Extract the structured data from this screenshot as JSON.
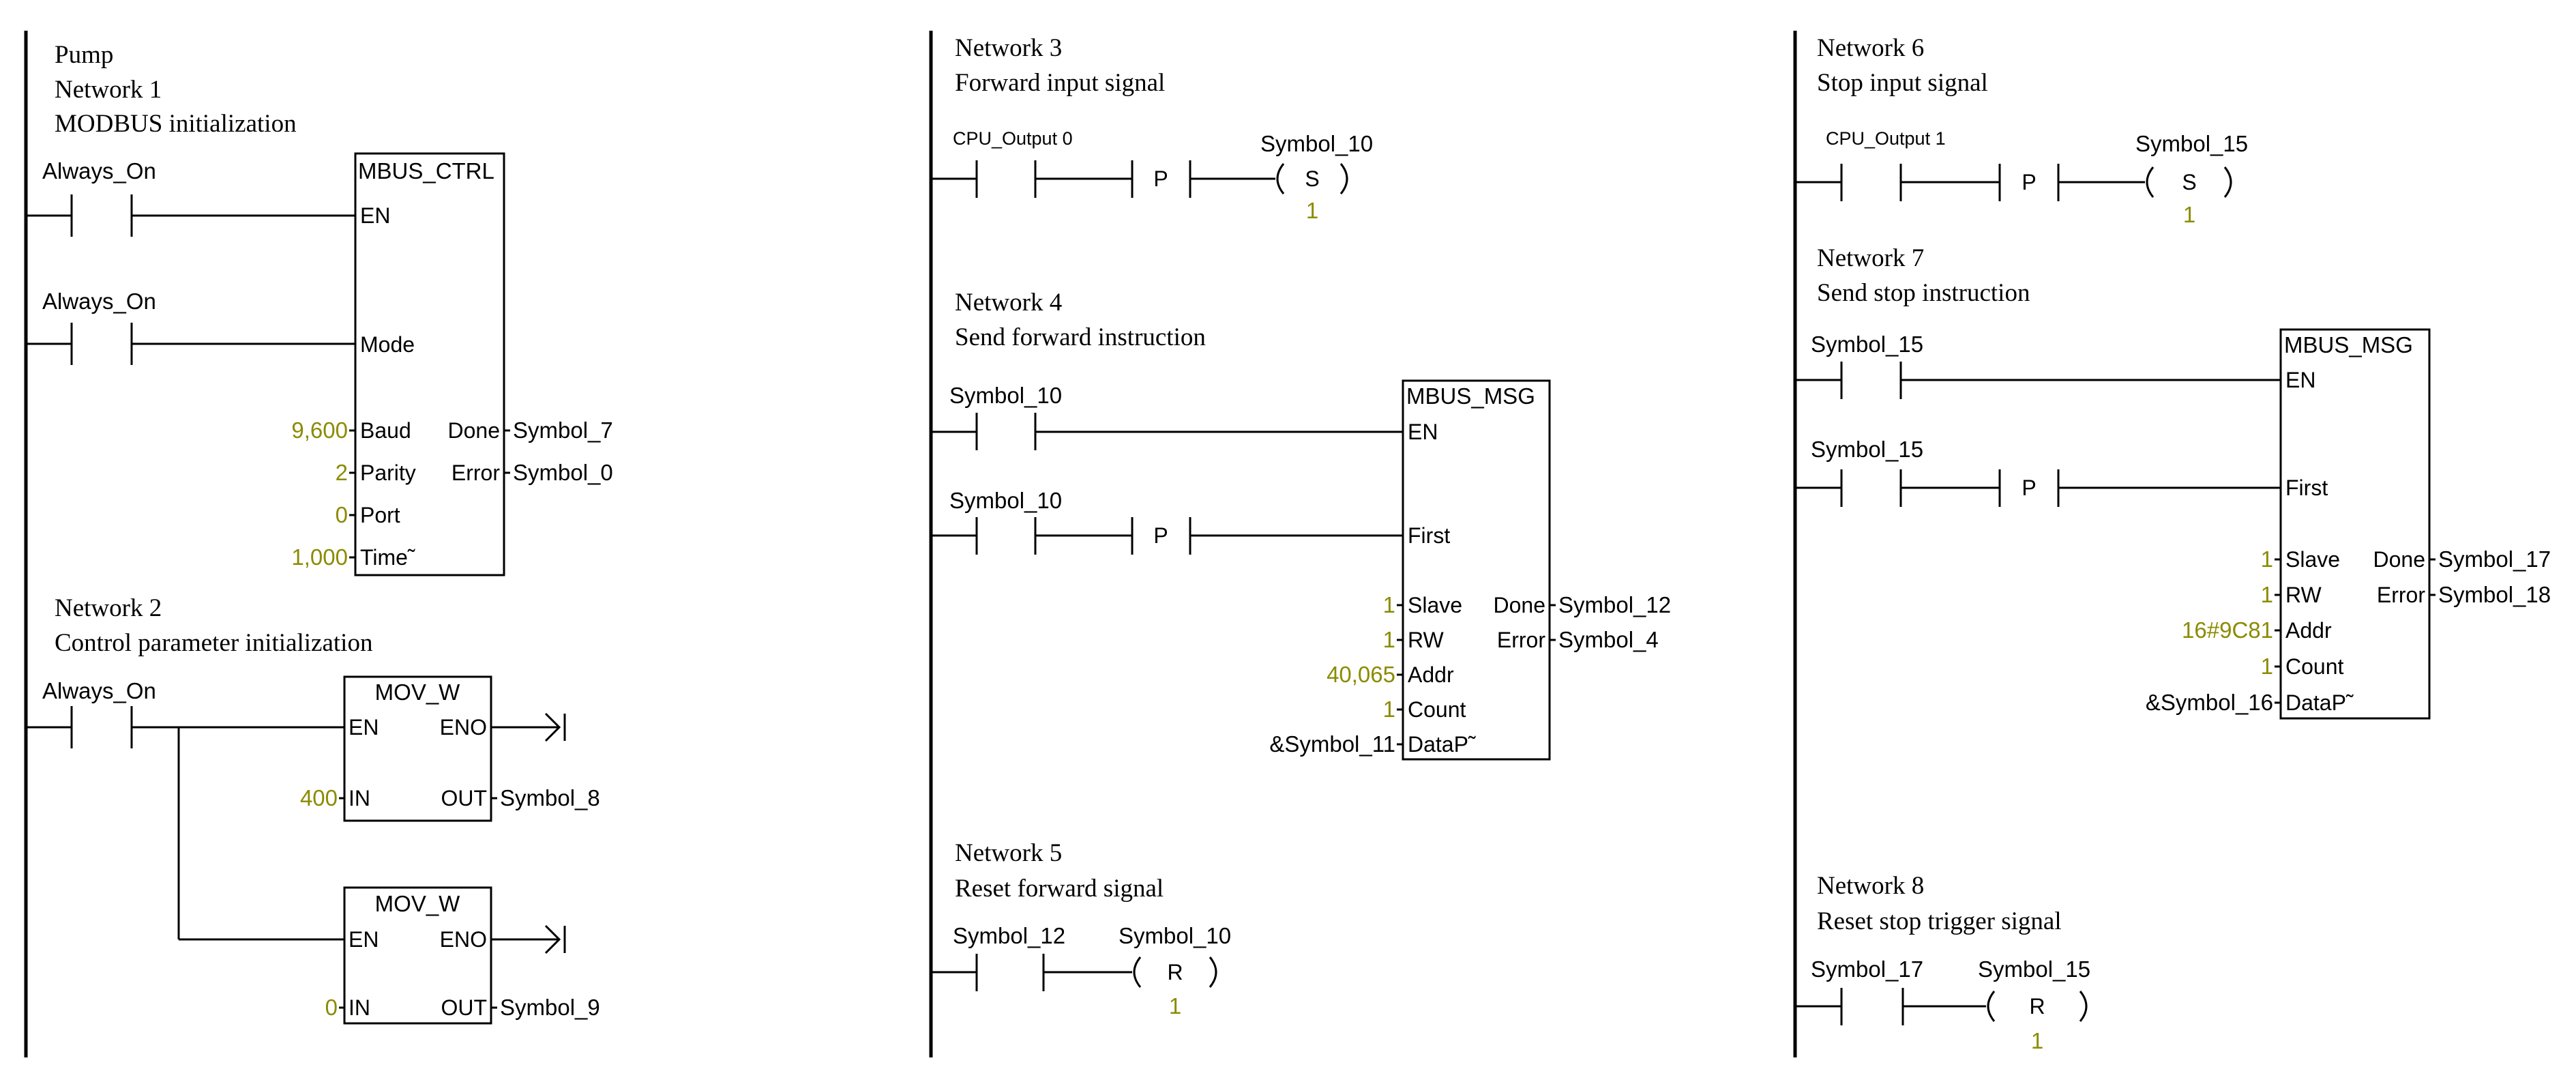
{
  "colors": {
    "constant": "#8b8b00",
    "line": "#000000",
    "background": "#ffffff"
  },
  "col1": {
    "title": "Pump",
    "n1": {
      "header": "Network 1",
      "desc": "MODBUS initialization",
      "contact_en": "Always_On",
      "contact_mode": "Always_On",
      "block": "MBUS_CTRL",
      "pins": {
        "en": "EN",
        "mode": "Mode",
        "baud": "Baud",
        "parity": "Parity",
        "port": "Port",
        "timeout": "Time˜",
        "done": "Done",
        "error": "Error"
      },
      "values": {
        "baud": "9,600",
        "parity": "2",
        "port": "0",
        "timeout": "1,000"
      },
      "outputs": {
        "done": "Symbol_7",
        "error": "Symbol_0"
      }
    },
    "n2": {
      "header": "Network 2",
      "desc": "Control parameter initialization",
      "contact": "Always_On",
      "blocks": [
        {
          "name": "MOV_W",
          "en": "EN",
          "eno": "ENO",
          "in": "IN",
          "out": "OUT",
          "in_value": "400",
          "out_symbol": "Symbol_8"
        },
        {
          "name": "MOV_W",
          "en": "EN",
          "eno": "ENO",
          "in": "IN",
          "out": "OUT",
          "in_value": "0",
          "out_symbol": "Symbol_9"
        }
      ]
    }
  },
  "col2": {
    "n3": {
      "header": "Network 3",
      "desc": "Forward input signal",
      "contact": "CPU_Output 0",
      "edge": "P",
      "coil_symbol": "Symbol_10",
      "coil": "S",
      "coil_value": "1"
    },
    "n4": {
      "header": "Network 4",
      "desc": "Send forward instruction",
      "contact_en": "Symbol_10",
      "contact_first": "Symbol_10",
      "edge": "P",
      "block": "MBUS_MSG",
      "pins": {
        "en": "EN",
        "first": "First",
        "slave": "Slave",
        "rw": "RW",
        "addr": "Addr",
        "count": "Count",
        "datap": "DataP˜",
        "done": "Done",
        "error": "Error"
      },
      "values": {
        "slave": "1",
        "rw": "1",
        "addr": "40,065",
        "count": "1",
        "datap": "&Symbol_11"
      },
      "outputs": {
        "done": "Symbol_12",
        "error": "Symbol_4"
      }
    },
    "n5": {
      "header": "Network 5",
      "desc": "Reset forward signal",
      "contact": "Symbol_12",
      "coil_symbol": "Symbol_10",
      "coil": "R",
      "coil_value": "1"
    }
  },
  "col3": {
    "n6": {
      "header": "Network 6",
      "desc": "Stop input signal",
      "contact": "CPU_Output 1",
      "edge": "P",
      "coil_symbol": "Symbol_15",
      "coil": "S",
      "coil_value": "1"
    },
    "n7": {
      "header": "Network 7",
      "desc": "Send stop instruction",
      "contact_en": "Symbol_15",
      "contact_first": "Symbol_15",
      "edge": "P",
      "block": "MBUS_MSG",
      "pins": {
        "en": "EN",
        "first": "First",
        "slave": "Slave",
        "rw": "RW",
        "addr": "Addr",
        "count": "Count",
        "datap": "DataP˜",
        "done": "Done",
        "error": "Error"
      },
      "values": {
        "slave": "1",
        "rw": "1",
        "addr": "16#9C81",
        "count": "1",
        "datap": "&Symbol_16"
      },
      "outputs": {
        "done": "Symbol_17",
        "error": "Symbol_18"
      }
    },
    "n8": {
      "header": "Network 8",
      "desc": "Reset stop trigger signal",
      "contact": "Symbol_17",
      "coil_symbol": "Symbol_15",
      "coil": "R",
      "coil_value": "1"
    }
  }
}
